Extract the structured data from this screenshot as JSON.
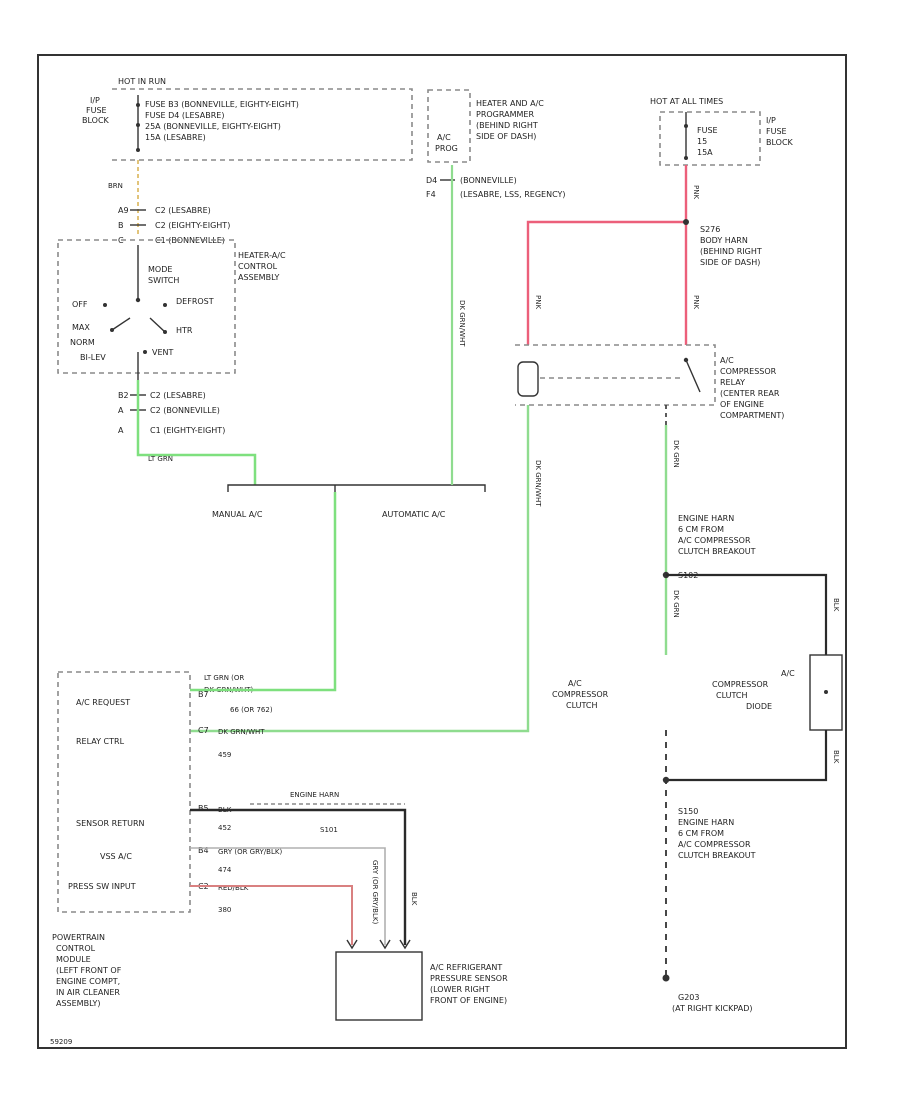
{
  "colors": {
    "lt_grn_wire": "#7ee07e",
    "dk_grn_wire": "#8fdc8f",
    "pnk_wire": "#ec5f7a",
    "red_wire": "#d98080",
    "brn_wire": "#e2c47a",
    "blk_wire": "#2a2a2a",
    "gry_wire": "#b0b0b0",
    "frame": "#333333"
  },
  "text": {
    "ip_fuse_block": [
      "I/P",
      "FUSE",
      "BLOCK"
    ],
    "hot_in_run": "HOT IN RUN",
    "fuses_left": [
      "FUSE B3 (BONNEVILLE, EIGHTY-EIGHT)",
      "FUSE D4 (LESABRE)",
      "25A (BONNEVILLE, EIGHTY-EIGHT)",
      "15A (LESABRE)"
    ],
    "brn": "BRN",
    "left_connectors": [
      {
        "pin": "A9",
        "label": "C2 (LESABRE)"
      },
      {
        "pin": "B",
        "label": "C2 (EIGHTY-EIGHT)"
      },
      {
        "pin": "C",
        "label": "C1 (BONNEVILLE)"
      }
    ],
    "heater_ac_control": [
      "HEATER-A/C",
      "CONTROL",
      "ASSEMBLY"
    ],
    "mode_switch": [
      "MODE",
      "SWITCH"
    ],
    "switch_positions": {
      "off": "OFF",
      "max": "MAX",
      "norm": "NORM",
      "bi_lev": "BI-LEV",
      "vent": "VENT",
      "htr": "HTR",
      "defrost": "DEFROST"
    },
    "left_connectors_bottom": [
      {
        "pin": "B2",
        "label": "C2 (LESABRE)"
      },
      {
        "pin": "A",
        "label": "C2 (BONNEVILLE)"
      },
      {
        "pin": "A",
        "label": "C1 (EIGHTY-EIGHT)"
      }
    ],
    "lt_grn": "LT GRN",
    "manual_ac": "MANUAL A/C",
    "automatic_ac": "AUTOMATIC A/C",
    "ac_prog": [
      "A/C",
      "PROG"
    ],
    "heater_ac_programmer": [
      "HEATER AND A/C",
      "PROGRAMMER",
      "(BEHIND RIGHT",
      "SIDE OF DASH)"
    ],
    "prog_pins": [
      "D4",
      "F4"
    ],
    "prog_notes": [
      "(BONNEVILLE)",
      "(LESABRE, LSS, REGENCY)"
    ],
    "dk_grn_vertical": "DK GRN/WHT",
    "hot_at_all_times": "HOT AT ALL TIMES",
    "fuse_right": [
      "FUSE",
      "15",
      "15A"
    ],
    "ip_fuse_block_right": [
      "I/P",
      "FUSE",
      "BLOCK"
    ],
    "pnk": "PNK",
    "s276": [
      "S276",
      "BODY HARN",
      "(BEHIND RIGHT",
      "SIDE OF DASH)"
    ],
    "ac_compressor_relay": [
      "A/C",
      "COMPRESSOR",
      "RELAY",
      "(CENTER REAR",
      "OF ENGINE",
      "COMPARTMENT)"
    ],
    "dk_grn_relay": "DK GRN/WHT",
    "dk_grn_short": "DK GRN",
    "engine_harn_top": [
      "ENGINE HARN",
      "6 CM FROM",
      "A/C COMPRESSOR",
      "CLUTCH BREAKOUT"
    ],
    "s102_label": "S102",
    "dk_grn_mid": "DK GRN",
    "ac_compressor_clutch": [
      "A/C",
      "COMPRESSOR",
      "CLUTCH"
    ],
    "ac_compressor_clutch_diode": [
      "A/C",
      "COMPRESSOR",
      "CLUTCH",
      "DIODE"
    ],
    "blk_labels": [
      "BLK",
      "BLK"
    ],
    "s150": [
      "S150",
      "ENGINE HARN",
      "6 CM FROM",
      "A/C COMPRESSOR",
      "CLUTCH BREAKOUT"
    ],
    "g203": [
      "G203",
      "(AT RIGHT KICKPAD)"
    ],
    "pcm_pins": [
      {
        "name": "A/C REQUEST",
        "pin": "B7",
        "wire": "LT GRN (OR",
        "wire2": "DK GRN/WHT)",
        "circuit": "66 (OR 762)"
      },
      {
        "name": "RELAY CTRL",
        "pin": "C7",
        "wire": "DK GRN/WHT",
        "circuit": "459"
      },
      {
        "name": "SENSOR RETURN",
        "pin": "B5",
        "wire": "BLK",
        "circuit": "452"
      },
      {
        "name": "VSS A/C",
        "pin": "B4",
        "wire": "GRY (OR GRY/BLK)",
        "circuit": "474"
      },
      {
        "name": "PRESS SW INPUT",
        "pin": "C2",
        "wire": "RED/BLK",
        "circuit": "380"
      }
    ],
    "engine_harn_splice": "ENGINE HARN",
    "splice_label": "S101",
    "vertical_wires": [
      "GRY (OR GRY/BLK)",
      "BLK"
    ],
    "pcm_label": [
      "POWERTRAIN",
      "CONTROL",
      "MODULE",
      "(LEFT FRONT OF",
      "ENGINE COMPT,",
      "IN AIR CLEANER",
      "ASSEMBLY)"
    ],
    "sensor_label": [
      "A/C REFRIGERANT",
      "PRESSURE SENSOR",
      "(LOWER RIGHT",
      "FRONT OF ENGINE)"
    ],
    "figure_id": "59209"
  }
}
